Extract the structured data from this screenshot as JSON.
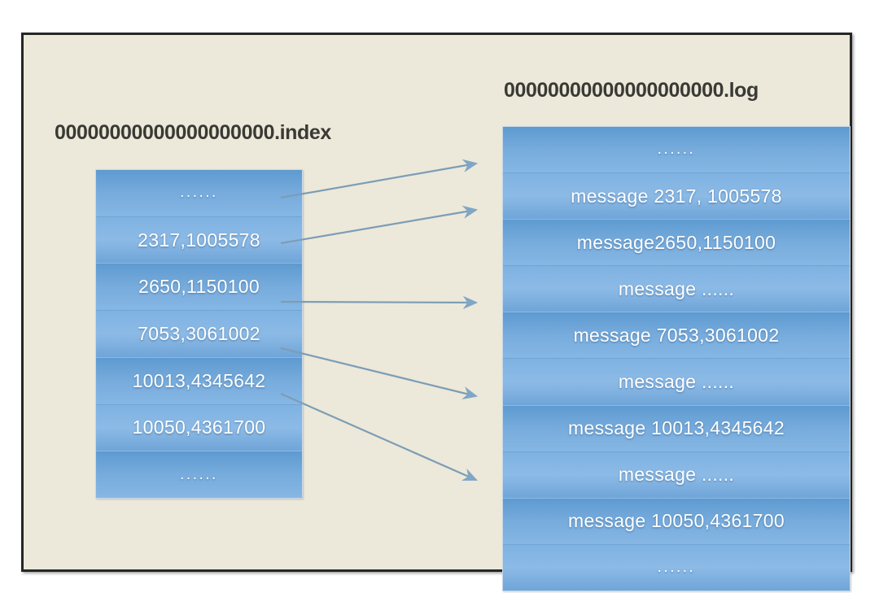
{
  "diagram": {
    "title_index": "00000000000000000000.index",
    "title_log": "00000000000000000000.log",
    "ellipsis": "......",
    "colors": {
      "canvas_background": "#ECE9DA",
      "frame_border": "#262626",
      "block_blue_dark": "#5E9AD0",
      "block_blue_light": "#8CBAE6",
      "arrow": "#7D9DB5",
      "text_dark": "#3A3A35",
      "text_light": "#FFFFFF"
    }
  },
  "index_file": {
    "name": "00000000000000000000.index",
    "rows": [
      "......",
      "2317,1005578",
      "2650,1150100",
      "7053,3061002",
      "10013,4345642",
      "10050,4361700",
      "......"
    ]
  },
  "log_file": {
    "name": "00000000000000000000.log",
    "rows": [
      "......",
      "message 2317, 1005578",
      "message2650,1150100",
      "message ......",
      "message 7053,3061002",
      "message ......",
      "message 10013,4345642",
      "message ......",
      "message 10050,4361700",
      "......"
    ]
  },
  "arrows": [
    {
      "from_index_row": "2317,1005578",
      "to_log_row": "message 2317, 1005578"
    },
    {
      "from_index_row": "2650,1150100",
      "to_log_row": "message2650,1150100"
    },
    {
      "from_index_row": "7053,3061002",
      "to_log_row": "message 7053,3061002"
    },
    {
      "from_index_row": "10013,4345642",
      "to_log_row": "message 10013,4345642"
    },
    {
      "from_index_row": "10050,4361700",
      "to_log_row": "message 10050,4361700"
    }
  ]
}
